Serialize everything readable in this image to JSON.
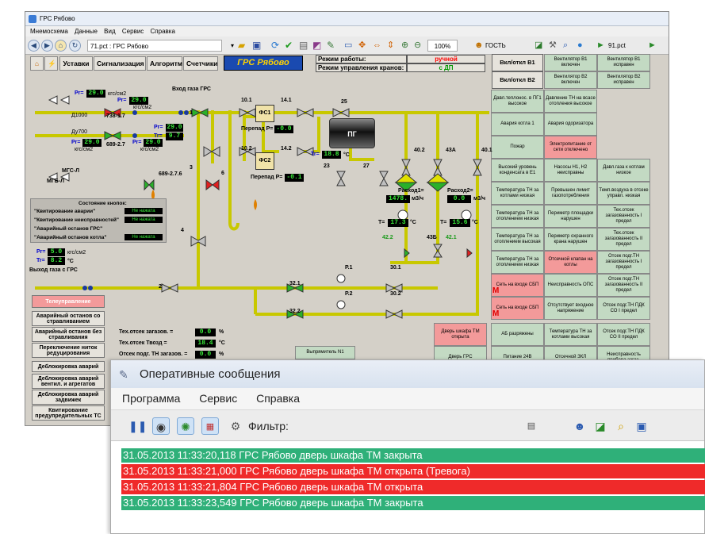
{
  "app": {
    "title": "ГРС Рябово",
    "menu": [
      "Мнемосхема",
      "Данные",
      "Вид",
      "Сервис",
      "Справка"
    ]
  },
  "toolbar": {
    "address": "71.pct : ГРС Рябово",
    "zoom": "100%",
    "gost": "ГОСТЬ",
    "file": "91.pct"
  },
  "nav": {
    "ustavki": "Уставки",
    "signal": "Сигнализация",
    "algoritm": "Алгоритм",
    "schetchiki": "Счетчики",
    "station": "ГРС Рябово"
  },
  "mode": {
    "work_label": "Режим работы:",
    "work_value": "ручной",
    "crane_label": "Режим управления кранов:",
    "crane_value": "с ДП",
    "work_color": "#ff0000",
    "crane_color": "#009900"
  },
  "right": {
    "vklotkl_b1": "Вкл/откл В1",
    "vklotkl_b2": "Вкл/откл В2",
    "cells": [
      [
        "Вентилятор В1 включен",
        "Вентилятор В1 исправен"
      ],
      [
        "Вентилятор В2 включен",
        "Вентилятор В2 исправен"
      ],
      [
        "Давл.теплонос. в ПГ1 высокое",
        "Давление ТН на всасе отопления высокое",
        ""
      ],
      [
        "Авария котла 1",
        "Авария одоризатора",
        ""
      ],
      [
        "Пожар",
        "Электропитание от сети отключено",
        ""
      ],
      [
        "Высокий уровень конденсата в Е1",
        "Насосы Н1, Н2 неисправны",
        "Давл.газа к котлам низкое"
      ],
      [
        "Температура ТН за котлами низкая",
        "Превышен лимит газопотребления",
        "Темп.воздуха в отсеке управл. низкая"
      ],
      [
        "Температура ТН за отоплением низкая",
        "Периметр площадки нарушен",
        "Тех.отсек загазованность I предел"
      ],
      [
        "Температура ТН за отоплением высокая",
        "Периметр охранного крана нарушен",
        "Тех.отсек загазованность II предел"
      ],
      [
        "Температура ТН за отоплением низкая",
        "Отсечной клапан на котлы",
        "Отсек подг.ТН загазованность I предел"
      ],
      [
        "Сеть на входе СБП",
        "Неисправность ОПС",
        "Отсек подг.ТН загазованность II предел"
      ],
      [
        "Сеть на входе СБП",
        "Отсутствует входное напряжение",
        "Отсек подг.ТН ПДК СО I предел"
      ],
      [
        "АБ разряжены",
        "Температура ТН за котлами высокая",
        "Отсек подг.ТН ПДК СО II предел"
      ],
      [
        "Питание 24В",
        "Отсечной ЗКЛ",
        "Неисправность прибора загаз."
      ]
    ],
    "door": "Дверь шкафа ТМ открыта",
    "door2": "Дверь ГРС"
  },
  "scheme": {
    "vhod": "Вход газа ГРС",
    "vyhod": "Выход газа с ГРС",
    "pr_top": "29.0",
    "pr_unit": "кгс/см2",
    "d1000": "Д1000",
    "d700": "Ду700",
    "p29a": "29.0",
    "p29b": "29.0",
    "p29c": "29.0",
    "p29d": "29.0",
    "t_inlet": "9.7",
    "mgs1": "МГС-Л",
    "mgs2": "МГБ-Л",
    "v738": "738-1.7",
    "v689": "689-2.7",
    "v689b": "689-2.7.6",
    "perepad1": "Перепад Р=",
    "perepad1_v": "-0.0",
    "perepad2": "Перепад Р=",
    "perepad2_v": "-0.1",
    "fs1": "ФС1",
    "fs2": "ФС2",
    "pg": "ПГ",
    "t_pg": "18.8",
    "rashod1": "Расход1=",
    "rashod1_v": "1478.",
    "rashod_unit": "м3/ч",
    "rashod2": "Расход2=",
    "rashod2_v": "0.0",
    "t1": "17.3",
    "t2": "15.6",
    "p_out": "5.0",
    "t_out": "8.2",
    "v402": "42.2",
    "v421": "42.1",
    "labels": {
      "v1": "1",
      "v3": "3",
      "v4": "4",
      "v6": "6",
      "v2": "2",
      "v101": "10.1",
      "v102": "10.2",
      "v141": "14.1",
      "v142": "14.2",
      "v25": "25",
      "v23": "23",
      "v27": "27",
      "v402n": "40.2",
      "v401": "40.1",
      "v43a": "43А",
      "v43b": "43Б",
      "p1": "Р.1",
      "p2": "Р.2",
      "v301": "30.1",
      "v302": "30.2",
      "v321": "32.1",
      "v322": "32.2"
    }
  },
  "state_panel": {
    "title": "Состояние кнопок:",
    "rows": [
      {
        "label": "\"Квитирование аварии\"",
        "value": "Не нажата"
      },
      {
        "label": "\"Квитирование неисправностей\"",
        "value": "Не нажата"
      },
      {
        "label": "\"Аварийный останов ГРС\"",
        "value": "Не нажата"
      },
      {
        "label": "\"Аварийный останов котла\"",
        "value": "Не нажата"
      }
    ]
  },
  "side_buttons": [
    "Телеуправление",
    "Аварийный останов со стравливанием",
    "Аварийный останов без стравливания",
    "Переключение ниток редуцирования",
    "Деблокировка аварий",
    "Деблокировка аварий вентил. и агрегатов",
    "Деблокировка аварий задвижек",
    "Квитирование предупредительных ТС"
  ],
  "te": {
    "rows": [
      {
        "label": "Тех.отсек загазов. =",
        "value": "0.0",
        "unit": "%"
      },
      {
        "label": "Тех.отсек Твозд =",
        "value": "18.4",
        "unit": "°С"
      },
      {
        "label": "Отсек подг. ТН загазов. =",
        "value": "0.0",
        "unit": "%"
      }
    ],
    "vypr": "Выпрямитель N1"
  },
  "messages": {
    "title": "Оперативные сообщения",
    "menu": [
      "Программа",
      "Сервис",
      "Справка"
    ],
    "filter": "Фильтр:",
    "rows": [
      {
        "text": "31.05.2013 11:33:20,118 ГРС Рябово дверь шкафа ТМ  закрыта",
        "color": "#2fb079"
      },
      {
        "text": "31.05.2013 11:33:21,000 ГРС Рябово дверь шкафа ТМ  открыта (Тревога)",
        "color": "#ef2a2a"
      },
      {
        "text": "31.05.2013 11:33:21,804 ГРС Рябово дверь шкафа ТМ  открыта",
        "color": "#ef2a2a"
      },
      {
        "text": "31.05.2013 11:33:23,549 ГРС Рябово дверь шкафа ТМ  закрыта",
        "color": "#2fb079"
      }
    ]
  }
}
